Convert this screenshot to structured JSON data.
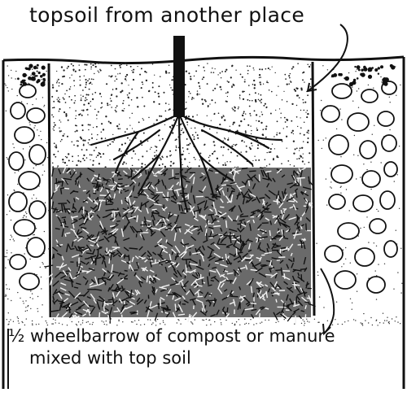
{
  "diagram": {
    "top_label": "topsoil from another place",
    "bottom_label_line1": "½ wheelbarrow of compost or manure",
    "bottom_label_line2": "mixed with top soil"
  }
}
